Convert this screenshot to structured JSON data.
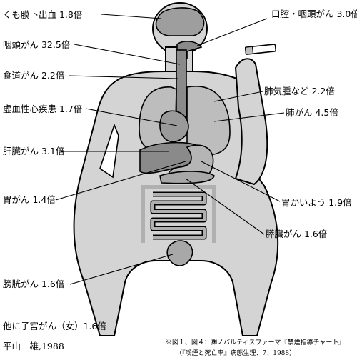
{
  "labels": {
    "subarachnoid": "くも膜下出血 1.8倍",
    "oral": "口腔・咽頭がん 3.0倍",
    "laryngeal": "咽頭がん 32.5倍",
    "esophageal": "食道がん 2.2倍",
    "emphysema": "肺気腫など 2.2倍",
    "ischemic_heart": "虚血性心疾患 1.7倍",
    "lung": "肺がん 4.5倍",
    "liver": "肝臓がん 3.1倍",
    "stomach": "胃がん 1.4倍",
    "gastric_ulcer": "胃かいよう 1.9倍",
    "pancreatic": "膵臓がん 1.6倍",
    "bladder": "膀胱がん 1.6倍",
    "other_uterine": "他に子宮がん（女）1.6倍"
  },
  "author": "平山　雄,1988",
  "source": {
    "line1": "※図１、図４：㈱ノバルティスファーマ『禁煙指導チャート』",
    "line2": "（『喫煙と死亡率』病態生理、7、1988）"
  },
  "colors": {
    "body": "#d4d4d4",
    "lungs": "#bdbdbd",
    "dark_organs": "#8a8a8a",
    "brain": "#9e9e9e",
    "intestine": "#b0b0b0",
    "cigarette": "#ffffff"
  }
}
